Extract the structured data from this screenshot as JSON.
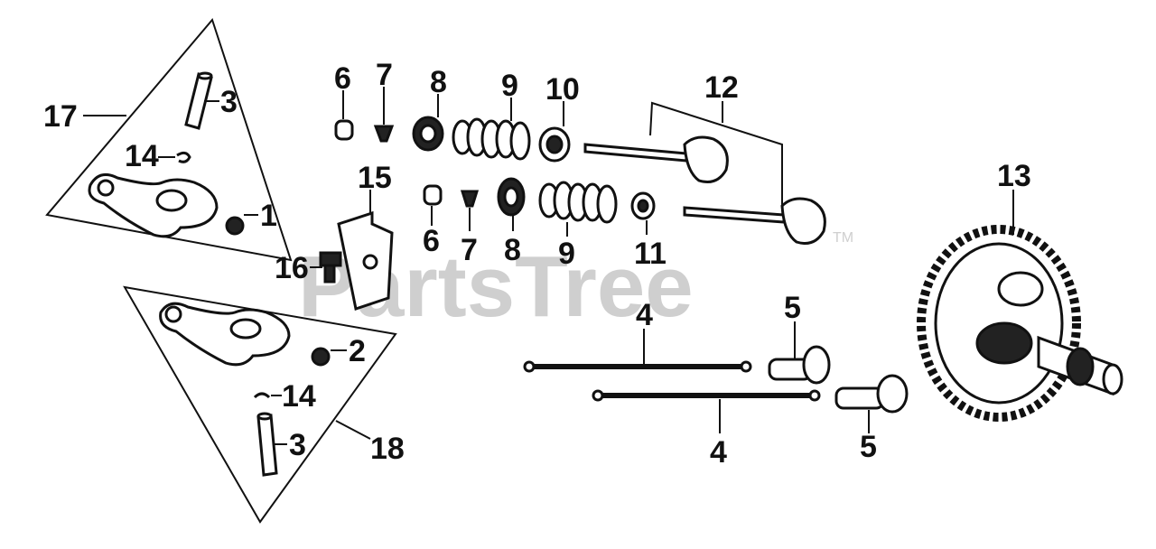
{
  "watermark": {
    "text": "PartsTree",
    "trademark": "TM"
  },
  "callouts": {
    "c1": "1",
    "c2": "2",
    "c3a": "3",
    "c3b": "3",
    "c4a": "4",
    "c4b": "4",
    "c5a": "5",
    "c5b": "5",
    "c6a": "6",
    "c6b": "6",
    "c7a": "7",
    "c7b": "7",
    "c8a": "8",
    "c8b": "8",
    "c9a": "9",
    "c9b": "9",
    "c10": "10",
    "c11": "11",
    "c12": "12",
    "c13": "13",
    "c14a": "14",
    "c14b": "14",
    "c15": "15",
    "c16": "16",
    "c17": "17",
    "c18": "18"
  }
}
